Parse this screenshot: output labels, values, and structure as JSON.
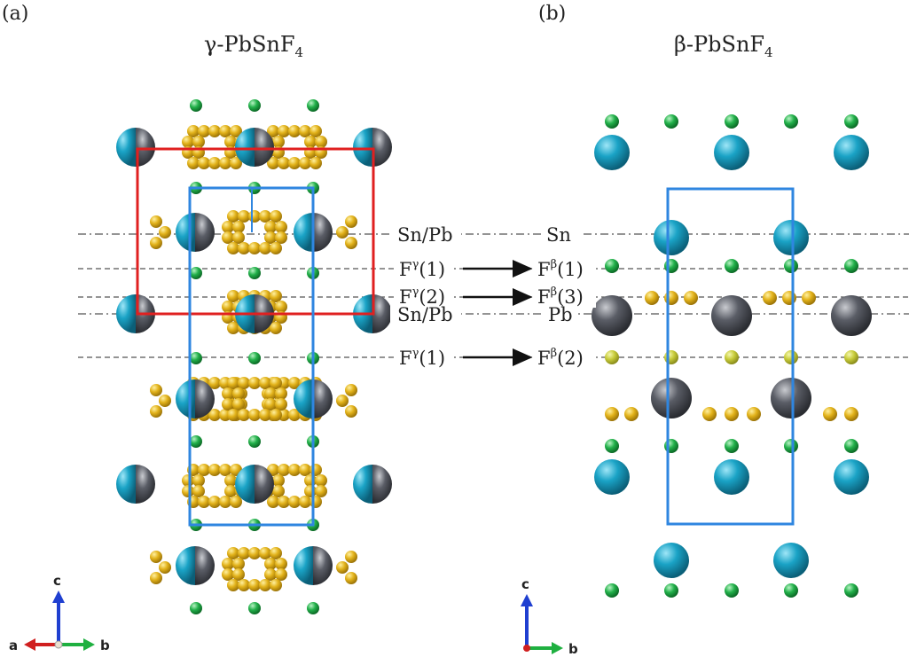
{
  "panels": {
    "a": {
      "tag": "(a)",
      "title": {
        "main": "γ-PbSnF",
        "sub": "4"
      },
      "layer_labels": [
        "Sn/Pb",
        "Sn/Pb"
      ],
      "fluorine_labels": [
        {
          "base": "F",
          "sup": "γ",
          "idx": "(1)"
        },
        {
          "base": "F",
          "sup": "γ",
          "idx": "(2)"
        },
        {
          "base": "F",
          "sup": "γ",
          "idx": "(1)"
        }
      ],
      "axes": {
        "up": "c",
        "left": "a",
        "right": "b"
      }
    },
    "b": {
      "tag": "(b)",
      "title": {
        "main": "β-PbSnF",
        "sub": "4"
      },
      "layer_labels": [
        "Sn",
        "Pb"
      ],
      "fluorine_labels": [
        {
          "base": "F",
          "sup": "β",
          "idx": "(1)"
        },
        {
          "base": "F",
          "sup": "β",
          "idx": "(3)"
        },
        {
          "base": "F",
          "sup": "β",
          "idx": "(2)"
        }
      ],
      "axes": {
        "up": "c",
        "right": "b"
      }
    }
  },
  "colors": {
    "sn_atom": "#1aa3c6",
    "pb_atom": "#555860",
    "f_atom": "#e2b21a",
    "f_light_atom": "#c8cc3a",
    "green_atom": "#22b04a",
    "unit_cell_blue": "#2f86e0",
    "supercell_red": "#e02020",
    "axis_c": "#1f3fd0",
    "axis_a": "#d01f1f",
    "axis_b": "#1fb040",
    "guide_line": "#555555"
  }
}
